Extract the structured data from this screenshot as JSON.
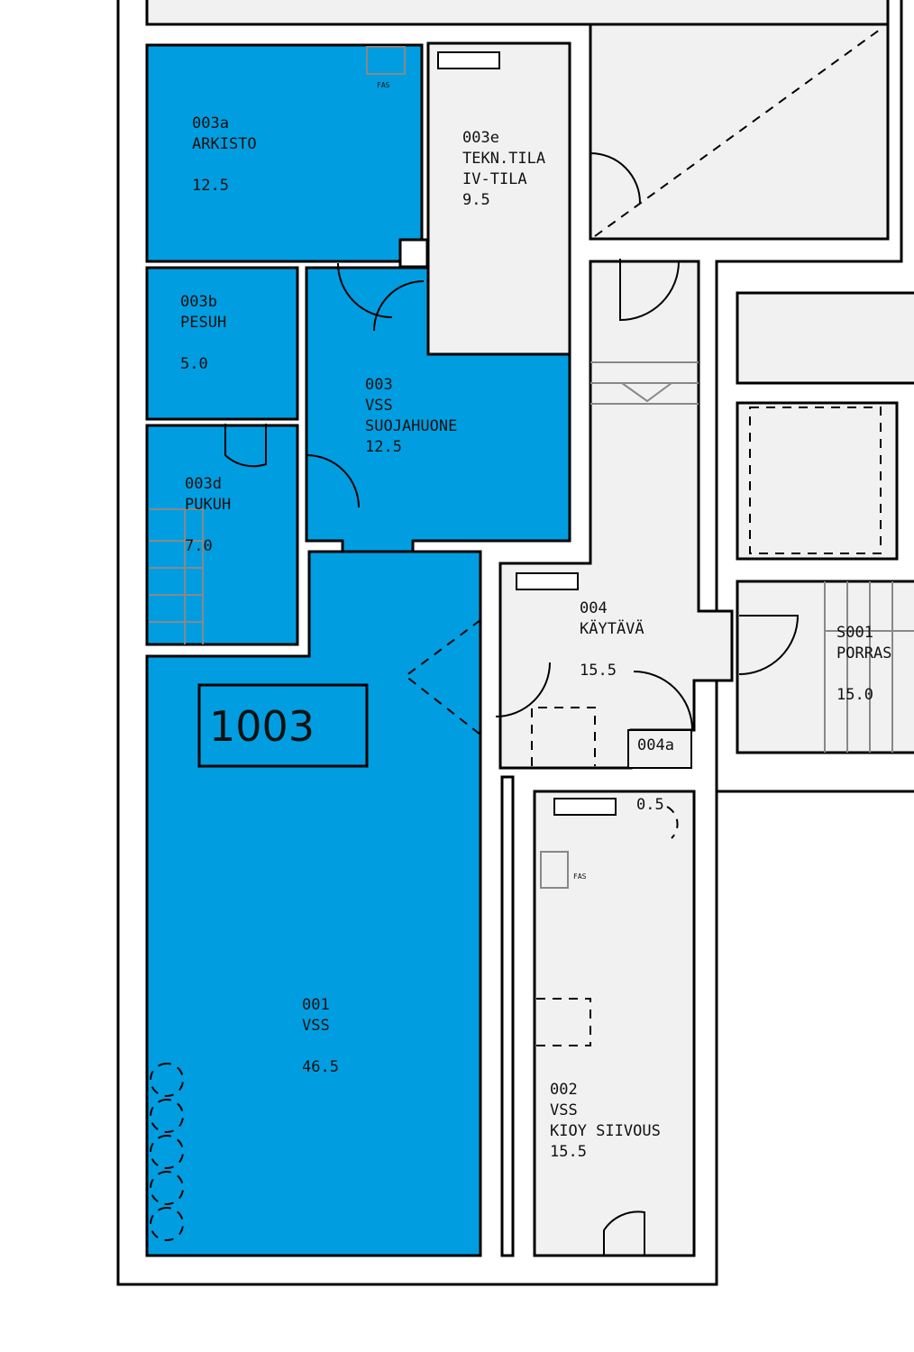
{
  "colors": {
    "selected_room": "#009ee0",
    "room": "#f1f1f1",
    "wall": "#000000"
  },
  "plan_label": "1003",
  "rooms": [
    {
      "id": "003a",
      "lines": [
        "003a",
        "ARKISTO",
        "",
        "12.5"
      ],
      "selected": true
    },
    {
      "id": "003e",
      "lines": [
        "003e",
        "TEKN.TILA",
        "IV-TILA",
        "9.5"
      ],
      "selected": false
    },
    {
      "id": "003b",
      "lines": [
        "003b",
        "PESUH",
        "",
        "5.0"
      ],
      "selected": true
    },
    {
      "id": "003",
      "lines": [
        "003",
        "VSS",
        "SUOJAHUONE",
        "12.5"
      ],
      "selected": true
    },
    {
      "id": "003d",
      "lines": [
        "003d",
        "PUKUH",
        "",
        "7.0"
      ],
      "selected": true
    },
    {
      "id": "001",
      "lines": [
        "001",
        "VSS",
        "",
        "46.5"
      ],
      "selected": true
    },
    {
      "id": "004",
      "lines": [
        "004",
        "KÄYTÄVÄ",
        "",
        "15.5"
      ],
      "selected": false
    },
    {
      "id": "004a",
      "lines": [
        "004a"
      ],
      "selected": false
    },
    {
      "id": "002",
      "lines": [
        "002",
        "VSS",
        "KIOY SIIVOUS",
        "15.5"
      ],
      "selected": false
    },
    {
      "id": "S001",
      "lines": [
        "S001",
        "PORRAS",
        "",
        "15.0"
      ],
      "selected": false
    }
  ],
  "small_labels": {
    "fan_1": "FAS",
    "fan_2": "FAS",
    "area_05": "0.5"
  }
}
